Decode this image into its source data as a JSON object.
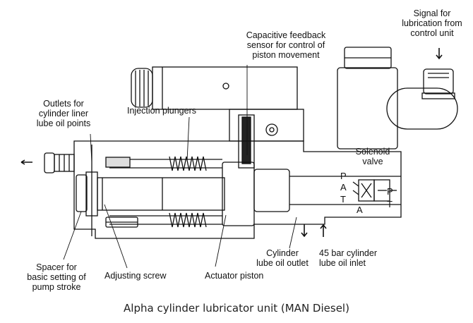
{
  "labels": {
    "signal": "Signal for\nlubrication from\ncontrol unit",
    "sensor": "Capacitive feedback\nsensor for control of\npiston movement",
    "outlets": "Outlets for\ncylinder liner\nlube oil points",
    "plungers": "Injection plungers",
    "solenoid": "Solenoid\nvalve",
    "spacer": "Spacer for\nbasic setting of\npump stroke",
    "adjusting": "Adjusting screw",
    "actuator": "Actuator piston",
    "cyl_outlet": "Cylinder\nlube oil outlet",
    "inlet": "45 bar cylinder\nlube oil inlet"
  },
  "ports": {
    "p": "P",
    "a": "A",
    "t": "T",
    "p2": "P",
    "t2": "T",
    "a2": "A"
  },
  "caption": "Alpha cylinder lubricator unit (MAN Diesel)"
}
